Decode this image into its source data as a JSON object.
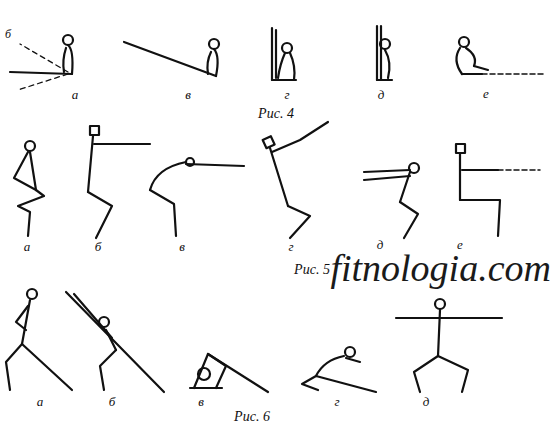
{
  "diagram": {
    "labels": [
      "б",
      "а",
      "в",
      "г",
      "д",
      "е",
      "Рис. 4",
      "а",
      "б",
      "в",
      "г",
      "д",
      "е",
      "Рис. 5",
      "fitnologia.com",
      "а",
      "б",
      "в",
      "г",
      "д",
      "Рис. 6"
    ]
  }
}
